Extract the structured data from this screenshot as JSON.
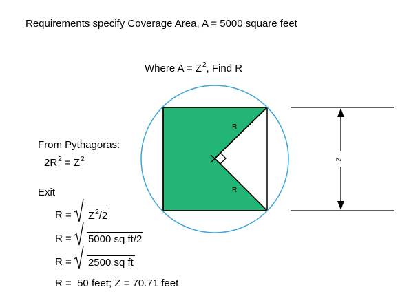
{
  "header": {
    "requirement": "Requirements specify Coverage Area, A = 5000 square feet",
    "where_prefix": "Where A = Z",
    "where_exp": "2",
    "where_suffix": ", Find R"
  },
  "pythagoras": {
    "title": "From Pythagoras:",
    "lhs": "2R",
    "lhs_exp": "2",
    "mid": " = Z",
    "rhs_exp": "2"
  },
  "exit": {
    "title": "Exit",
    "line1_prefix": "R = ",
    "line1_z": "Z",
    "line1_exp": "2",
    "line1_rest": "/2",
    "line2_prefix": "R = ",
    "line2_rad": "5000 sq ft/2",
    "line3_prefix": "R = ",
    "line3_rad": "2500 sq ft",
    "line4": "R =  50 feet; Z = 70.71 feet"
  },
  "figure": {
    "r_label_top": "R",
    "r_label_bottom": "R",
    "z_label": "Z",
    "colors": {
      "fill": "#22b573",
      "circle": "#3aa6d8",
      "stroke": "#000000"
    }
  }
}
